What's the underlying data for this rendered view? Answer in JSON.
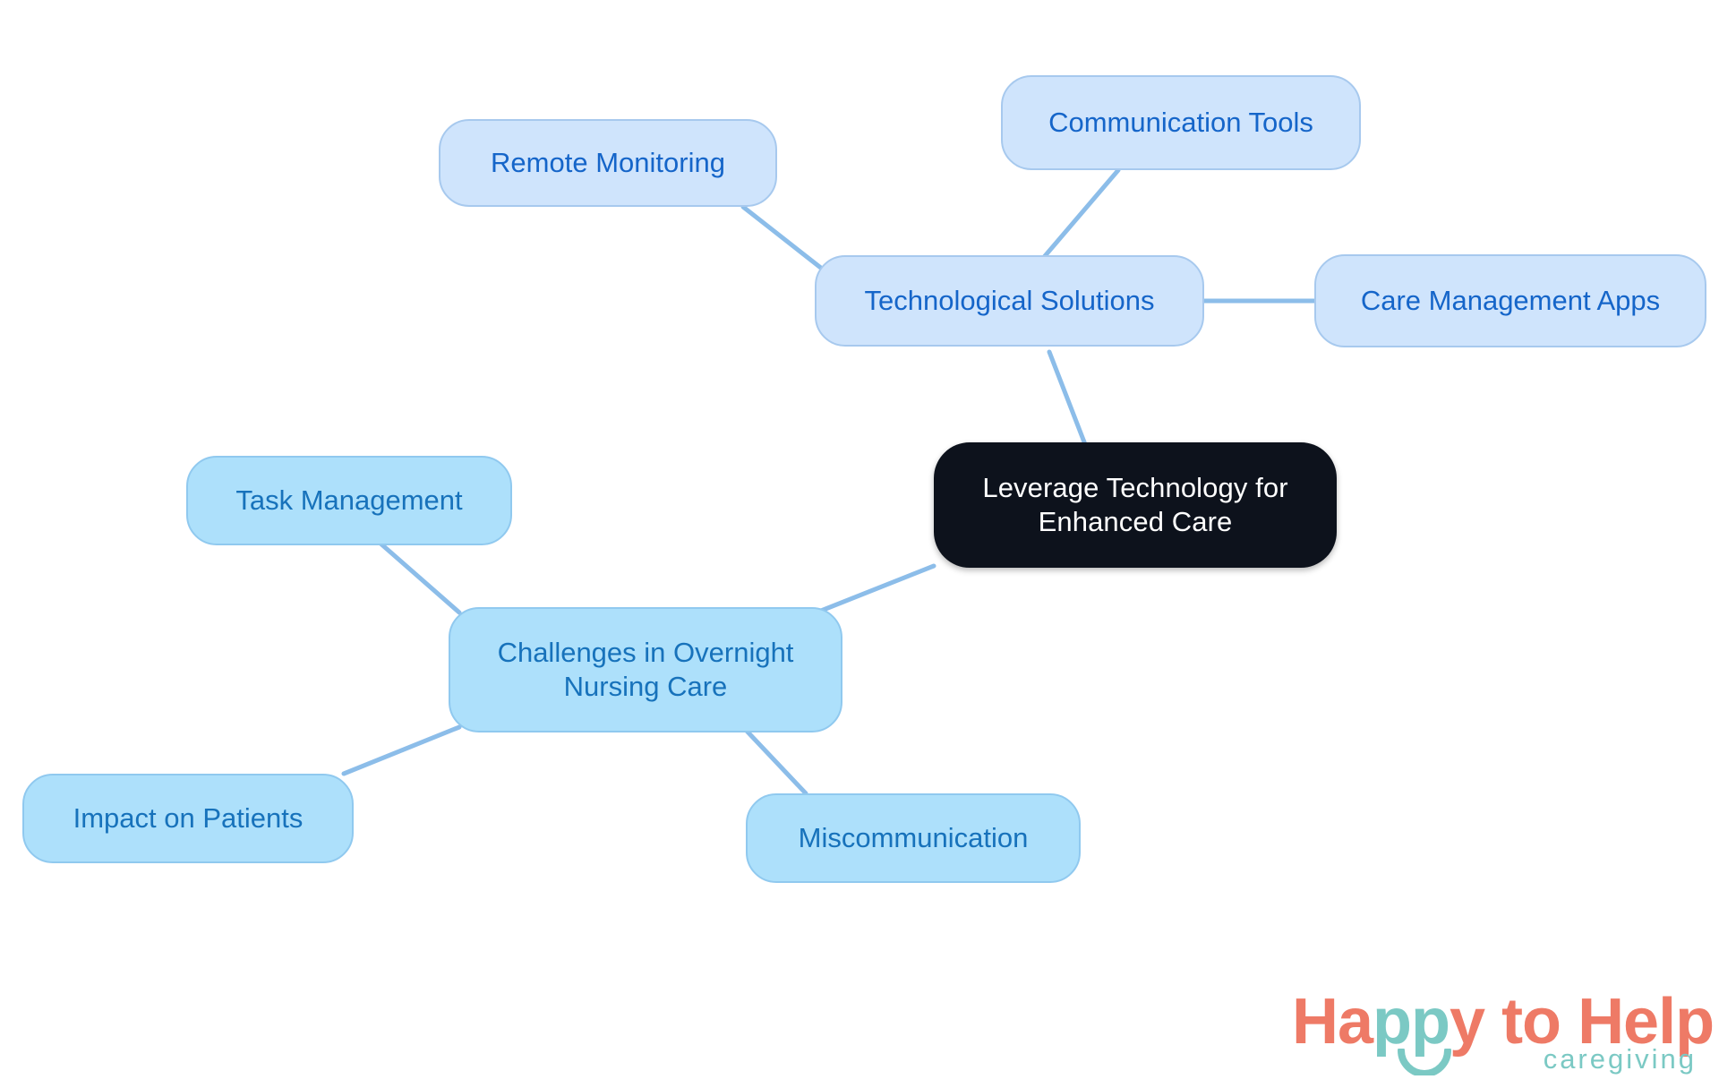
{
  "diagram": {
    "type": "mind-map",
    "title": "Leverage Technology for Enhanced Care",
    "background_color": "#ffffff",
    "edge_color": "#8cbde9",
    "root": {
      "id": "root",
      "label": "Leverage Technology for\nEnhanced Care",
      "fill": "#0d121c",
      "text_color": "#ffffff"
    },
    "branches": [
      {
        "id": "technological-solutions",
        "label": "Technological Solutions",
        "fill": "#cfe4fc",
        "text_color": "#1565c9",
        "children": [
          {
            "id": "remote-monitoring",
            "label": "Remote Monitoring",
            "fill": "#cfe4fc",
            "text_color": "#1565c9"
          },
          {
            "id": "communication-tools",
            "label": "Communication Tools",
            "fill": "#cfe4fc",
            "text_color": "#1565c9"
          },
          {
            "id": "care-management-apps",
            "label": "Care Management Apps",
            "fill": "#cfe4fc",
            "text_color": "#1565c9"
          }
        ]
      },
      {
        "id": "challenges-in-overnight-nursing-care",
        "label": "Challenges in Overnight\nNursing Care",
        "fill": "#ade0fb",
        "text_color": "#1772bb",
        "children": [
          {
            "id": "task-management",
            "label": "Task Management",
            "fill": "#ade0fb",
            "text_color": "#1772bb"
          },
          {
            "id": "impact-on-patients",
            "label": "Impact on Patients",
            "fill": "#ade0fb",
            "text_color": "#1772bb"
          },
          {
            "id": "miscommunication",
            "label": "Miscommunication",
            "fill": "#ade0fb",
            "text_color": "#1772bb"
          }
        ]
      }
    ]
  },
  "logo": {
    "word_happy_part1": "Ha",
    "word_happy_part2": "pp",
    "word_happy_part3": "y",
    "word_to": "to",
    "word_help": "Help",
    "tagline": "caregiving",
    "coral": "#EE7A66",
    "teal": "#7BC9C4"
  }
}
